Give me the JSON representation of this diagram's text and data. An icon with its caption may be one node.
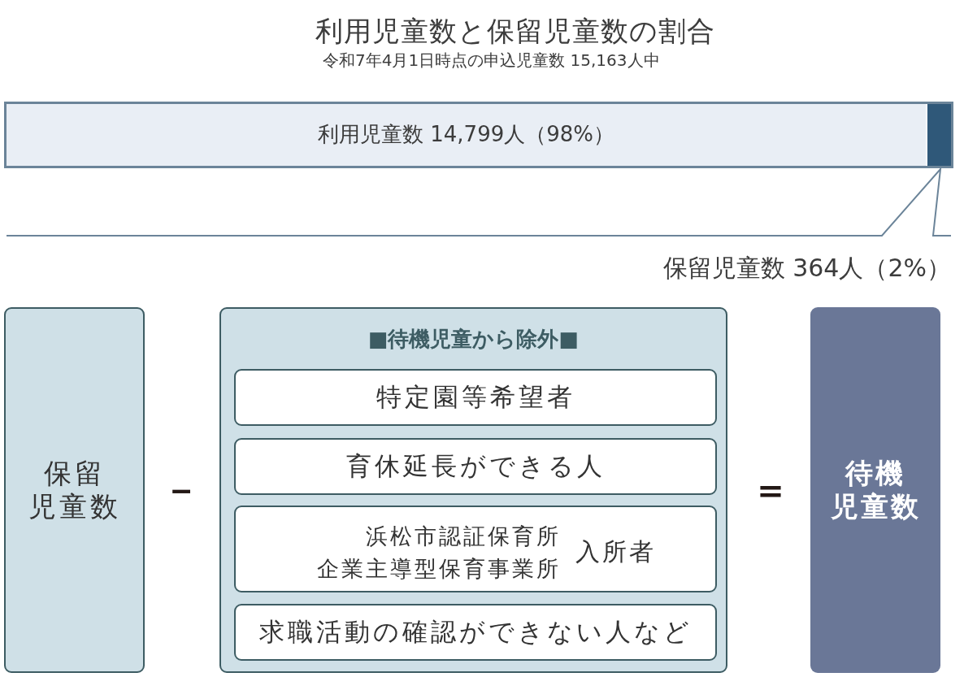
{
  "diagram": {
    "title": "利用児童数と保留児童数の割合",
    "nodes": [
      {
        "text": [
          "利用児童数 14,799人（98%）"
        ]
      },
      {
        "text": [],
        "shape": "bar"
      },
      {
        "text": [
          "保留児童数"
        ]
      },
      {
        "text": [
          "■待機児童から除外■"
        ]
      },
      {
        "text": [
          "特定園等希望者"
        ],
        "in": 3
      },
      {
        "text": [
          "育休延長ができる人"
        ],
        "in": 3
      },
      {
        "text": [
          "浜松市認証保育所",
          "企業主導型保育事業所",
          "入所者"
        ],
        "in": 3
      },
      {
        "text": [
          "求職活動の確認ができない人など"
        ],
        "in": 3
      },
      {
        "text": [
          "待機児童数"
        ]
      }
    ],
    "labels": [
      "令和7年4月1日時点の申込児童数 15,163人中",
      "保留児童数 364人（2%）",
      "－",
      "＝"
    ]
  }
}
